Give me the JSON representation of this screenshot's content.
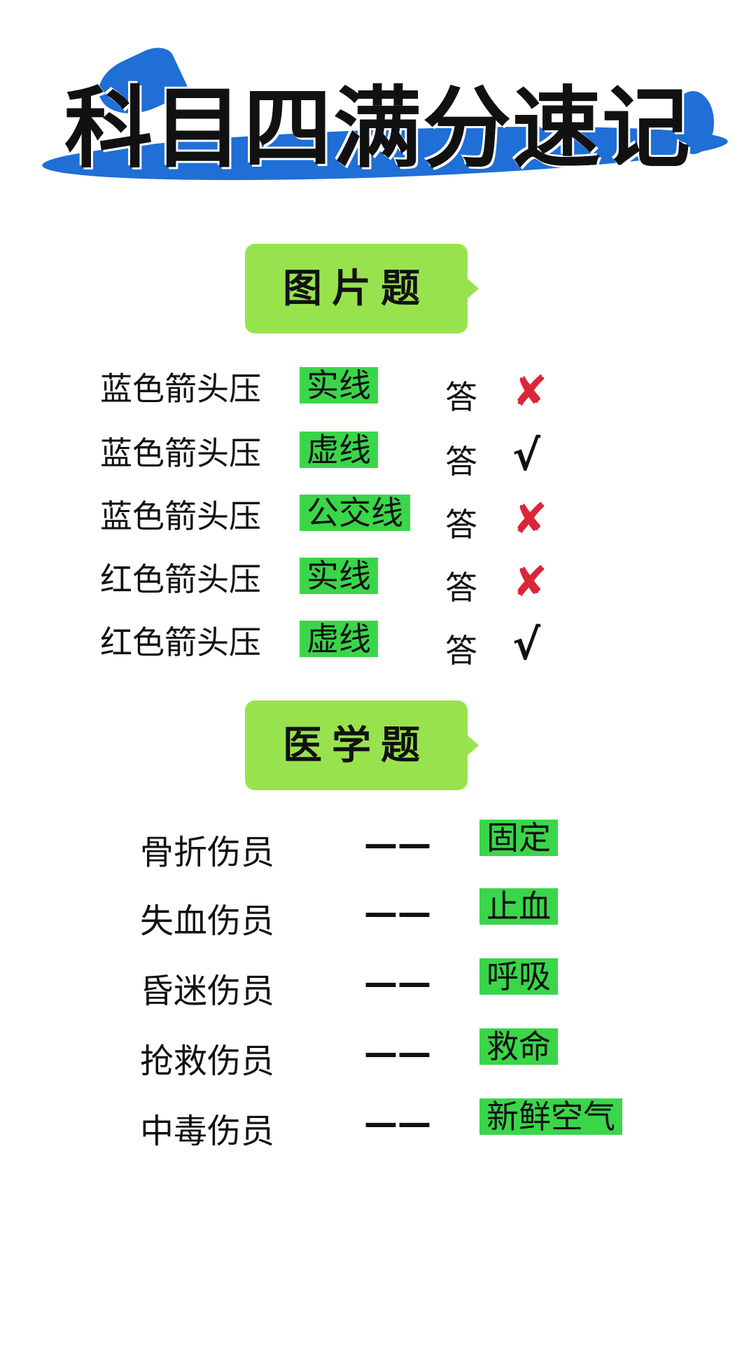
{
  "title": "科目四满分速记",
  "sections": {
    "picture": {
      "label": "图片题",
      "rows": [
        {
          "prefix": "蓝色箭头压",
          "tag": "实线",
          "answer": "答",
          "mark": "✘",
          "correct": false
        },
        {
          "prefix": "蓝色箭头压",
          "tag": "虚线",
          "answer": "答",
          "mark": "√",
          "correct": true
        },
        {
          "prefix": "蓝色箭头压",
          "tag": "公交线",
          "answer": "答",
          "mark": "✘",
          "correct": false
        },
        {
          "prefix": "红色箭头压",
          "tag": "实线",
          "answer": "答",
          "mark": "✘",
          "correct": false
        },
        {
          "prefix": "红色箭头压",
          "tag": "虚线",
          "answer": "答",
          "mark": "√",
          "correct": true
        }
      ]
    },
    "medical": {
      "label": "医学题",
      "rows": [
        {
          "who": "骨折伤员",
          "dash": "——",
          "tag": "固定"
        },
        {
          "who": "失血伤员",
          "dash": "——",
          "tag": "止血"
        },
        {
          "who": "昏迷伤员",
          "dash": "——",
          "tag": "呼吸"
        },
        {
          "who": "抢救伤员",
          "dash": "——",
          "tag": "救命"
        },
        {
          "who": "中毒伤员",
          "dash": "——",
          "tag": "新鲜空气"
        }
      ]
    }
  },
  "colors": {
    "accent_blue": "#1f6fd6",
    "label_green": "#98e34d",
    "tag_green": "#3ad64a",
    "wrong_red": "#d9263a"
  }
}
